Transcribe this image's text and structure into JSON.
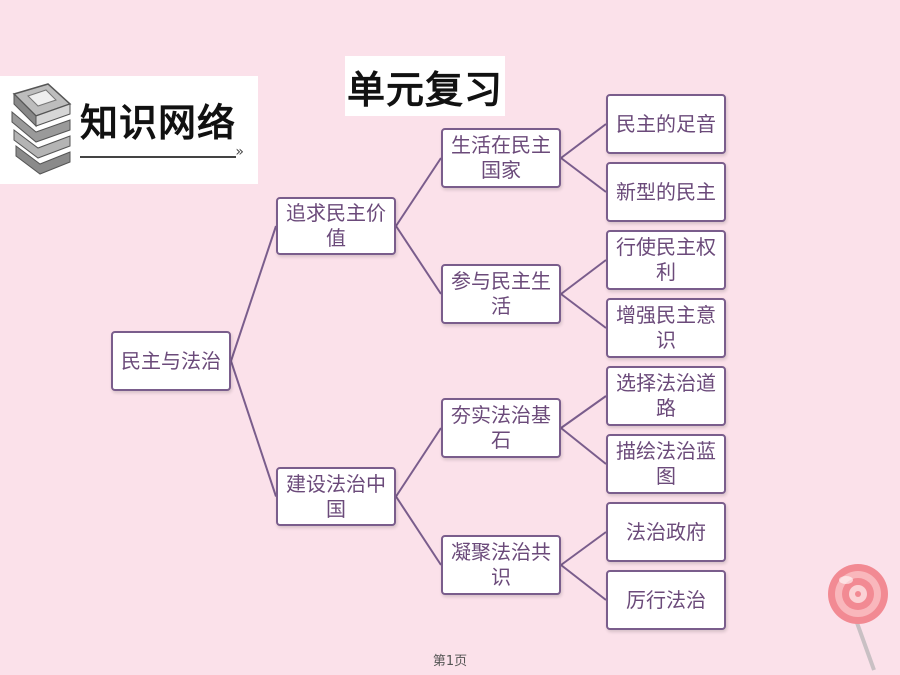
{
  "banner": {
    "label": "知识网络"
  },
  "title": "单元复习",
  "tree": {
    "root": "民主与法治",
    "branches": [
      {
        "label": "追求民主价值",
        "children": [
          {
            "label": "生活在民主国家",
            "leaves": [
              "民主的足音",
              "新型的民主"
            ]
          },
          {
            "label": "参与民主生活",
            "leaves": [
              "行使民主权利",
              "增强民主意识"
            ]
          }
        ]
      },
      {
        "label": "建设法治中国",
        "children": [
          {
            "label": "夯实法治基石",
            "leaves": [
              "选择法治道路",
              "描绘法治蓝图"
            ]
          },
          {
            "label": "凝聚法治共识",
            "leaves": [
              "法治政府",
              "厉行法治"
            ]
          }
        ]
      }
    ]
  },
  "footer": "第1页",
  "colors": {
    "line": "#7a5d8c",
    "text": "#6b4a7a",
    "background": "#fbe1ea"
  },
  "icons": [
    "books-icon",
    "lollipop-icon"
  ]
}
